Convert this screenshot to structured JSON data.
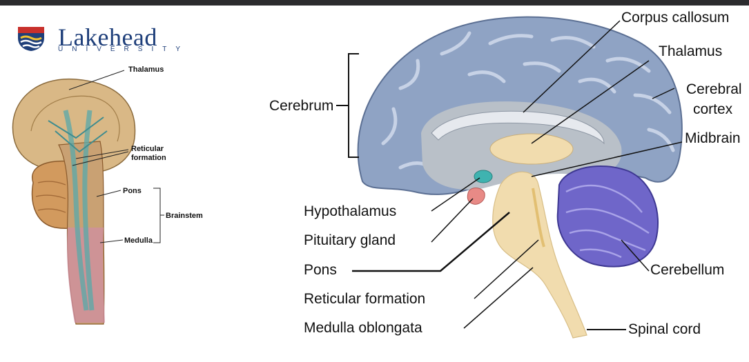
{
  "logo": {
    "name": "Lakehead",
    "subtitle": "UNIVERSITY"
  },
  "left_diagram": {
    "labels": {
      "thalamus": "Thalamus",
      "reticular_1": "Reticular",
      "reticular_2": "formation",
      "pons": "Pons",
      "brainstem": "Brainstem",
      "medulla": "Medulla"
    }
  },
  "right_diagram": {
    "labels": {
      "corpus_callosum": "Corpus callosum",
      "thalamus": "Thalamus",
      "cerebral_1": "Cerebral",
      "cerebral_2": "cortex",
      "midbrain": "Midbrain",
      "cerebrum": "Cerebrum",
      "hypothalamus": "Hypothalamus",
      "pituitary": "Pituitary gland",
      "pons": "Pons",
      "reticular": "Reticular formation",
      "medulla": "Medulla oblongata",
      "cerebellum": "Cerebellum",
      "spinal_cord": "Spinal cord"
    }
  },
  "colors": {
    "cortex": "#8fa3c4",
    "interior": "#b9c0c8",
    "brainstem": "#f1dcae",
    "cerebellum": "#6f66c9",
    "hypothalamus": "#3fb3b0",
    "pituitary": "#e88a86"
  }
}
